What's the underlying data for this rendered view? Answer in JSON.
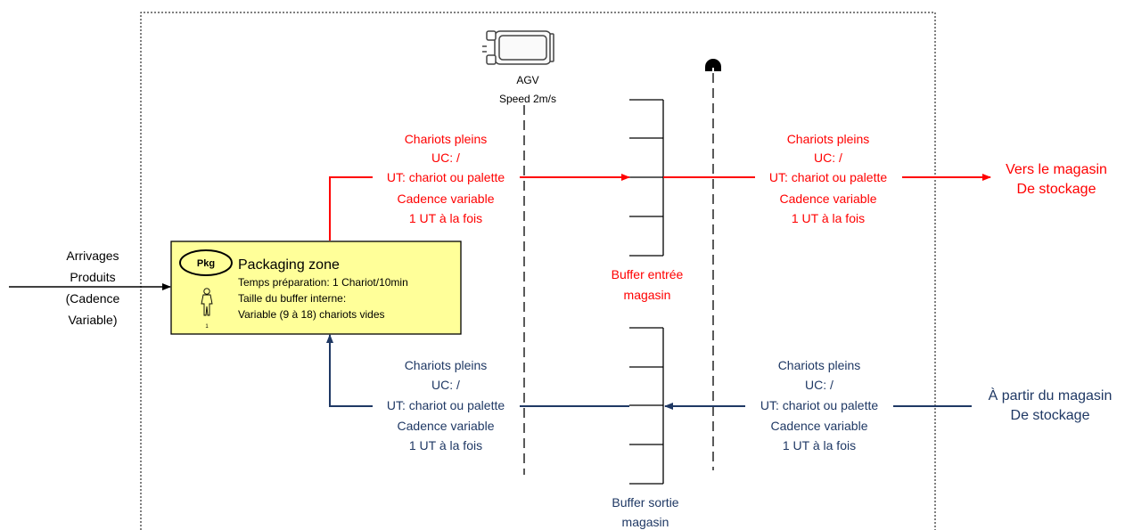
{
  "agv": {
    "label_line1": "AGV",
    "label_line2": "Speed 2m/s"
  },
  "arrivals": {
    "lines": [
      "Arrivages",
      "Produits",
      "(Cadence",
      "Variable)"
    ]
  },
  "packaging_zone": {
    "badge": "Pkg",
    "title": "Packaging zone",
    "line1": "Temps préparation: 1 Chariot/10min",
    "line2": "Taille du buffer interne:",
    "line3": "Variable (9 à 18) chariots vides",
    "operator_count": "1",
    "fill_color": "#ffff99"
  },
  "flow_out_left": {
    "lines": [
      "Chariots pleins",
      "UC: /",
      "UT: chariot ou palette",
      "Cadence variable",
      "1 UT à la fois"
    ]
  },
  "flow_out_right": {
    "lines": [
      "Chariots pleins",
      "UC: /",
      "UT: chariot ou palette",
      "Cadence variable",
      "1 UT à la fois"
    ]
  },
  "flow_in_left": {
    "lines": [
      "Chariots pleins",
      "UC: /",
      "UT: chariot ou palette",
      "Cadence variable",
      "1 UT à la fois"
    ]
  },
  "flow_in_right": {
    "lines": [
      "Chariots pleins",
      "UC: /",
      "UT: chariot ou palette",
      "Cadence variable",
      "1 UT à la fois"
    ]
  },
  "buffer_in": {
    "lines": [
      "Buffer entrée",
      "magasin"
    ]
  },
  "buffer_out": {
    "lines": [
      "Buffer sortie",
      "magasin"
    ]
  },
  "destination": {
    "lines": [
      "Vers le magasin",
      "De stockage"
    ]
  },
  "source": {
    "lines": [
      "À partir du magasin",
      "De stockage"
    ]
  },
  "colors": {
    "out_flow": "#ff0000",
    "in_flow": "#1f3864",
    "text_out": "#ff0000",
    "text_in": "#1f3864"
  }
}
